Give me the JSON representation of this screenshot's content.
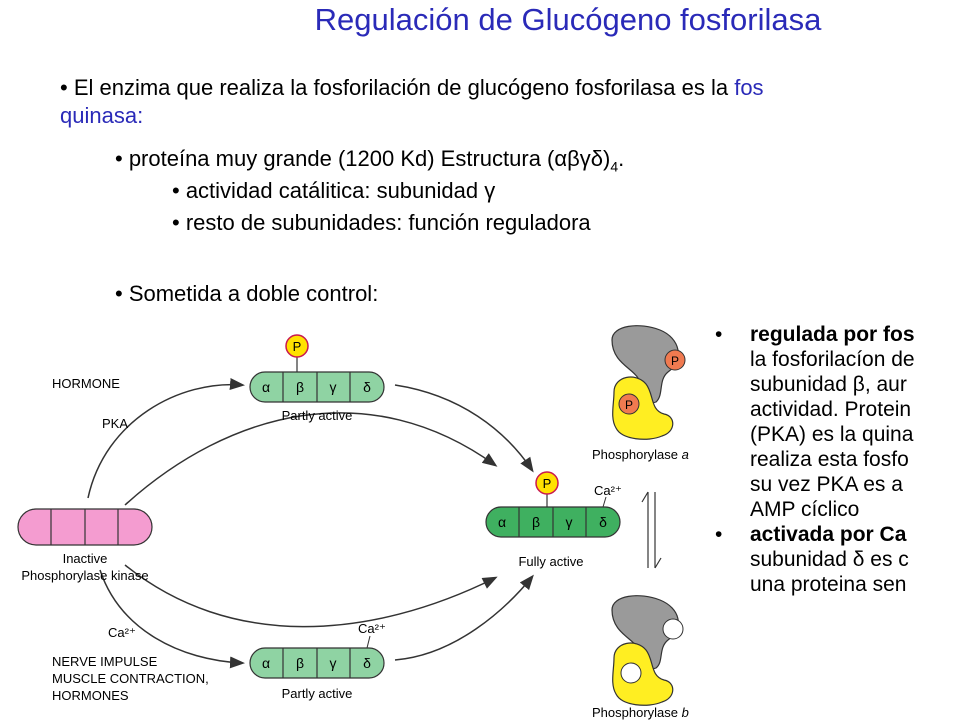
{
  "title": "Regulación de Glucógeno fosforilasa",
  "intro": {
    "line1_prefix": "• El enzima que realiza la fosforilación de glucógeno fosforilasa es la ",
    "line1_highlight": "fos",
    "line2_highlight": "quinasa:"
  },
  "bullets": {
    "protein_main": "• proteína muy grande (1200 Kd) Estructura (αβγδ)",
    "protein_sub": "4",
    "protein_end": ".",
    "catalytic": "• actividad catálitica: subunidad γ",
    "regulatory": "• resto de subunidades: función reguladora",
    "control": "• Sometida a doble control:"
  },
  "diagram": {
    "hormone": "HORMONE",
    "pka": "PKA",
    "ca_bottom_left": "Ca²⁺",
    "ca_partly": "Ca²⁺",
    "ca_fully": "Ca²⁺",
    "nerve_1": "NERVE IMPULSE",
    "nerve_2": "MUSCLE CONTRACTION,",
    "nerve_3": "HORMONES",
    "inactive_1": "Inactive",
    "inactive_2": "Phosphorylase kinase",
    "partly_top": "Partly active",
    "partly_bottom": "Partly active",
    "fully": "Fully active",
    "p": "P",
    "subunits": [
      "α",
      "β",
      "γ",
      "δ"
    ],
    "phos_a": "Phosphorylase ",
    "phos_a_italic": "a",
    "phos_b": "Phosphorylase ",
    "phos_b_italic": "b"
  },
  "right_text": {
    "item1_bold": "regulada por fos",
    "item1_lines": [
      "la fosforilacíon de",
      "subunidad β, aur",
      "actividad. Protein",
      "(PKA) es la quina",
      "realiza esta fosfo",
      "su vez PKA es a",
      "AMP cíclico"
    ],
    "item2_bold": "activada por Ca",
    "item2_lines": [
      "subunidad δ es c",
      "una proteina sen"
    ],
    "bullet": "•"
  },
  "colors": {
    "title": "#2a2ab8",
    "light_green": "#8fd3a3",
    "dark_green": "#3fb060",
    "pink": "#f49cd0",
    "p_fill": "#ffe100",
    "p_stroke": "#c9184f",
    "enzyme_gray": "#9a9a9a",
    "enzyme_yellow": "#ffee22",
    "p_orange": "#f07a50"
  }
}
